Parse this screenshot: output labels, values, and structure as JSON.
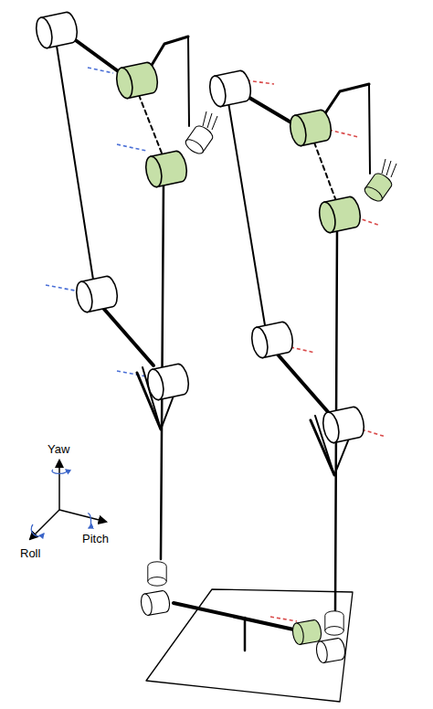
{
  "diagram": {
    "labels": [
      "Yaw",
      "Roll",
      "Pitch"
    ]
  }
}
